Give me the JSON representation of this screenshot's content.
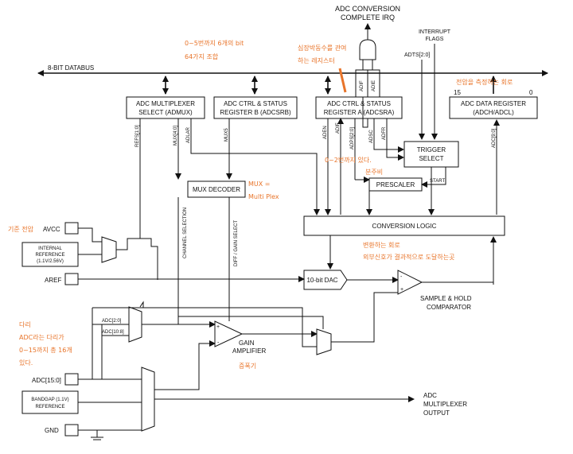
{
  "top": {
    "irq_line1": "ADC CONVERSION",
    "irq_line2": "COMPLETE IRQ",
    "int_flags1": "INTERRUPT",
    "int_flags2": "FLAGS",
    "adts": "ADTS[2:0]",
    "databus": "8-BIT DATABUS"
  },
  "blocks": {
    "admux1": "ADC MULTIPLEXER",
    "admux2": "SELECT (ADMUX)",
    "adcsrb1": "ADC CTRL & STATUS",
    "adcsrb2": "REGISTER B (ADCSRB)",
    "adcsra1": "ADC CTRL & STATUS",
    "adcsra2": "REGISTER A (ADCSRA)",
    "adcdata1": "ADC DATA REGISTER",
    "adcdata2": "(ADCH/ADCL)",
    "mux_decoder": "MUX DECODER",
    "trigger1": "TRIGGER",
    "trigger2": "SELECT",
    "prescaler": "PRESCALER",
    "conv_logic": "CONVERSION LOGIC",
    "dac": "10-bit DAC",
    "int_ref1": "INTERNAL",
    "int_ref2": "REFERENCE",
    "int_ref3": "(1.1V/2.56V)",
    "bandgap1": "BANDGAP (1.1V)",
    "bandgap2": "REFERENCE"
  },
  "signals": {
    "refs": "REFS[1:0]",
    "mux40": "MUX[4:0]",
    "adlar": "ADLAR",
    "mux5": "MUX5",
    "aden": "ADEN",
    "adsc": "ADSC",
    "adfr": "ADFR",
    "adps": "ADPS[2:0]",
    "adif": "ADIF",
    "adif2": "ADIF",
    "adie": "ADIE",
    "adc90": "ADC[9:0]",
    "bit15": "15",
    "bit0": "0",
    "start": "START",
    "channel_sel": "CHANNEL SELECTION",
    "diff_gain": "DIFF / GAIN SELECT",
    "adc20": "ADC[2:0]",
    "adc108": "ADC[10:8]"
  },
  "pins": {
    "avcc": "AVCC",
    "aref": "AREF",
    "adc150": "ADC[15:0]",
    "gnd": "GND"
  },
  "labels": {
    "gain1": "GAIN",
    "gain2": "AMPLIFIER",
    "sh1": "SAMPLE & HOLD",
    "sh2": "COMPARATOR",
    "out1": "ADC",
    "out2": "MULTIPLEXER",
    "out3": "OUTPUT"
  },
  "annotations": {
    "a1_l1": "0~5번까지 6개의 bit",
    "a1_l2": "64가지 조합",
    "a2_l1": "심장박동수를 관여",
    "a2_l2": "하는 레지스터",
    "a3": "전압을 측정하는 회로",
    "a4_l1": "0~2번까지 있다.",
    "a4_l2": "분주비",
    "a5_l1": "MUX =",
    "a5_l2": "Multi Plex",
    "a6": "기준 전압",
    "a7_l1": "변환하는 회로",
    "a7_l2": "외부신호가 결과적으로 도달하는곳",
    "a8_l1": "다리",
    "a8_l2": "ADC라는 다리가",
    "a8_l3": "0~15까지 총 16개",
    "a8_l4": "있다.",
    "a9": "증폭기"
  },
  "colors": {
    "annotation": "#e8742a",
    "line": "#111111"
  }
}
